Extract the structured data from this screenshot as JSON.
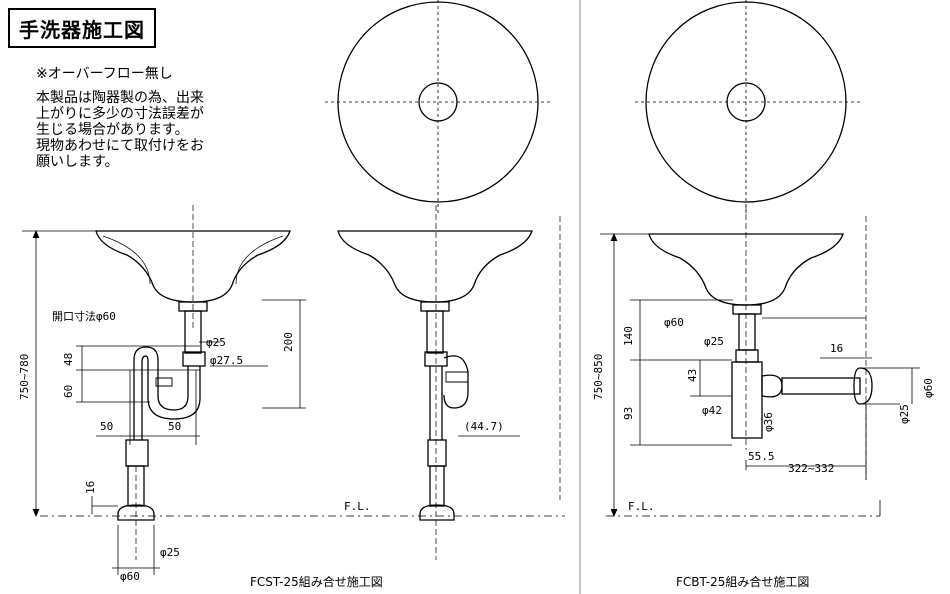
{
  "title": "手洗器施工図",
  "notes": {
    "overflow": "※オーバーフロー無し",
    "lines": [
      "本製品は陶器製の為、出来",
      "上がりに多少の寸法誤差が",
      "生じる場合があります。",
      "現物あわせにて取付けをお",
      "願いします。"
    ]
  },
  "left": {
    "opening": "開口寸法φ60",
    "d25_top": "φ25",
    "d27": "φ27.5",
    "h200": "200",
    "h48": "48",
    "h60": "60",
    "w50a": "50",
    "w50b": "50",
    "height_range": "750~780",
    "h16": "16",
    "d25_bottom": "φ25",
    "d60_bottom": "φ60",
    "caption": "FCST-25組み合せ施工図"
  },
  "middle": {
    "offset": "(44.7)",
    "fl": "F.L."
  },
  "right": {
    "d60": "φ60",
    "d25": "φ25",
    "h140": "140",
    "h43": "43",
    "h93": "93",
    "height_range": "750~850",
    "d42": "φ42",
    "d36": "φ36",
    "w16": "16",
    "d60_right": "φ60",
    "d25_right": "φ25",
    "w55": "55.5",
    "range322": "322~332",
    "fl": "F.L.",
    "caption": "FCBT-25組み合せ施工図"
  }
}
